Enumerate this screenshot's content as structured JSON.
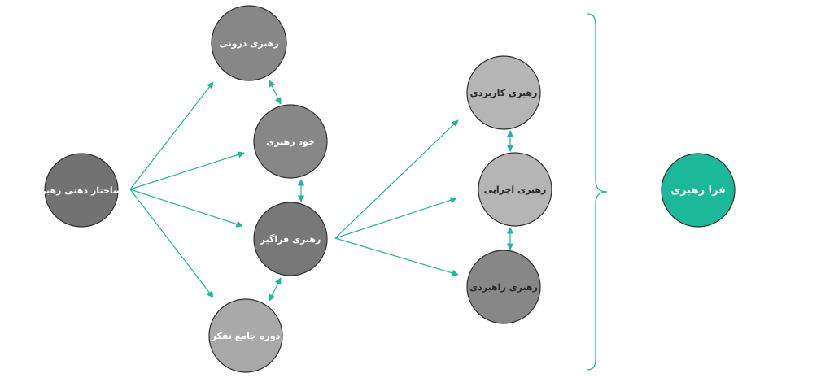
{
  "nodes": {
    "root": {
      "label": "ساختار ذهنی رهبر",
      "color": "#727272"
    },
    "inner": {
      "label": "رهبری درونی",
      "color": "#878787"
    },
    "self": {
      "label": "خود رهبری",
      "color": "#878787"
    },
    "comprehensive": {
      "label": "رهبری فراگیر",
      "color": "#787878"
    },
    "thinking": {
      "label": "دوره جامع تفکر",
      "color": "#a9a9a9"
    },
    "applied": {
      "label": "رهبری کاربردی",
      "color": "#b5b5b5"
    },
    "executive": {
      "label": "رهبری اجرایی",
      "color": "#b5b5b5"
    },
    "strategic": {
      "label": "رهبری راهبردی",
      "color": "#878787"
    },
    "meta": {
      "label": "فرا رهبری",
      "color": "#1bb99a"
    }
  },
  "colors": {
    "arrow": "#1bb99a",
    "node_stroke": "#2f2f2f",
    "brace": "#1bb99a"
  }
}
